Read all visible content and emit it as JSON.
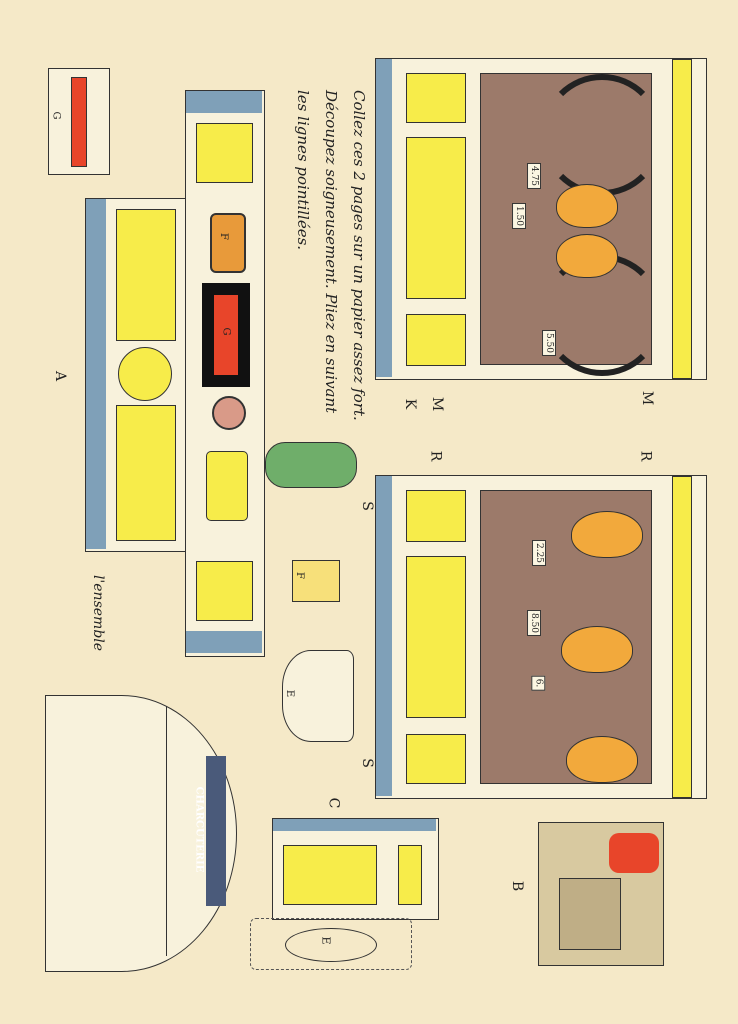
{
  "instructions": "Collez ces 2 pages sur un papier assez fort. Découpez soigneusement. Pliez en suivant les lignes pointillées.",
  "labels": {
    "a": "A",
    "b": "B",
    "c": "C",
    "e": "E",
    "f": "F",
    "g": "G",
    "k": "K",
    "m": "M",
    "r": "R",
    "s": "S"
  },
  "ensemble": "l'ensemble",
  "shop_sign": "CHARCUTERIE",
  "prices": [
    "4.75",
    "1.50",
    "5.50",
    "2.25",
    "8.50",
    "6."
  ],
  "colors": {
    "paper": "#f5e9c8",
    "yellow": "#f7ec4a",
    "blue": "#7fa0b8",
    "brown": "#9c7a6a",
    "orange": "#f2a93c",
    "red": "#e8452a"
  }
}
